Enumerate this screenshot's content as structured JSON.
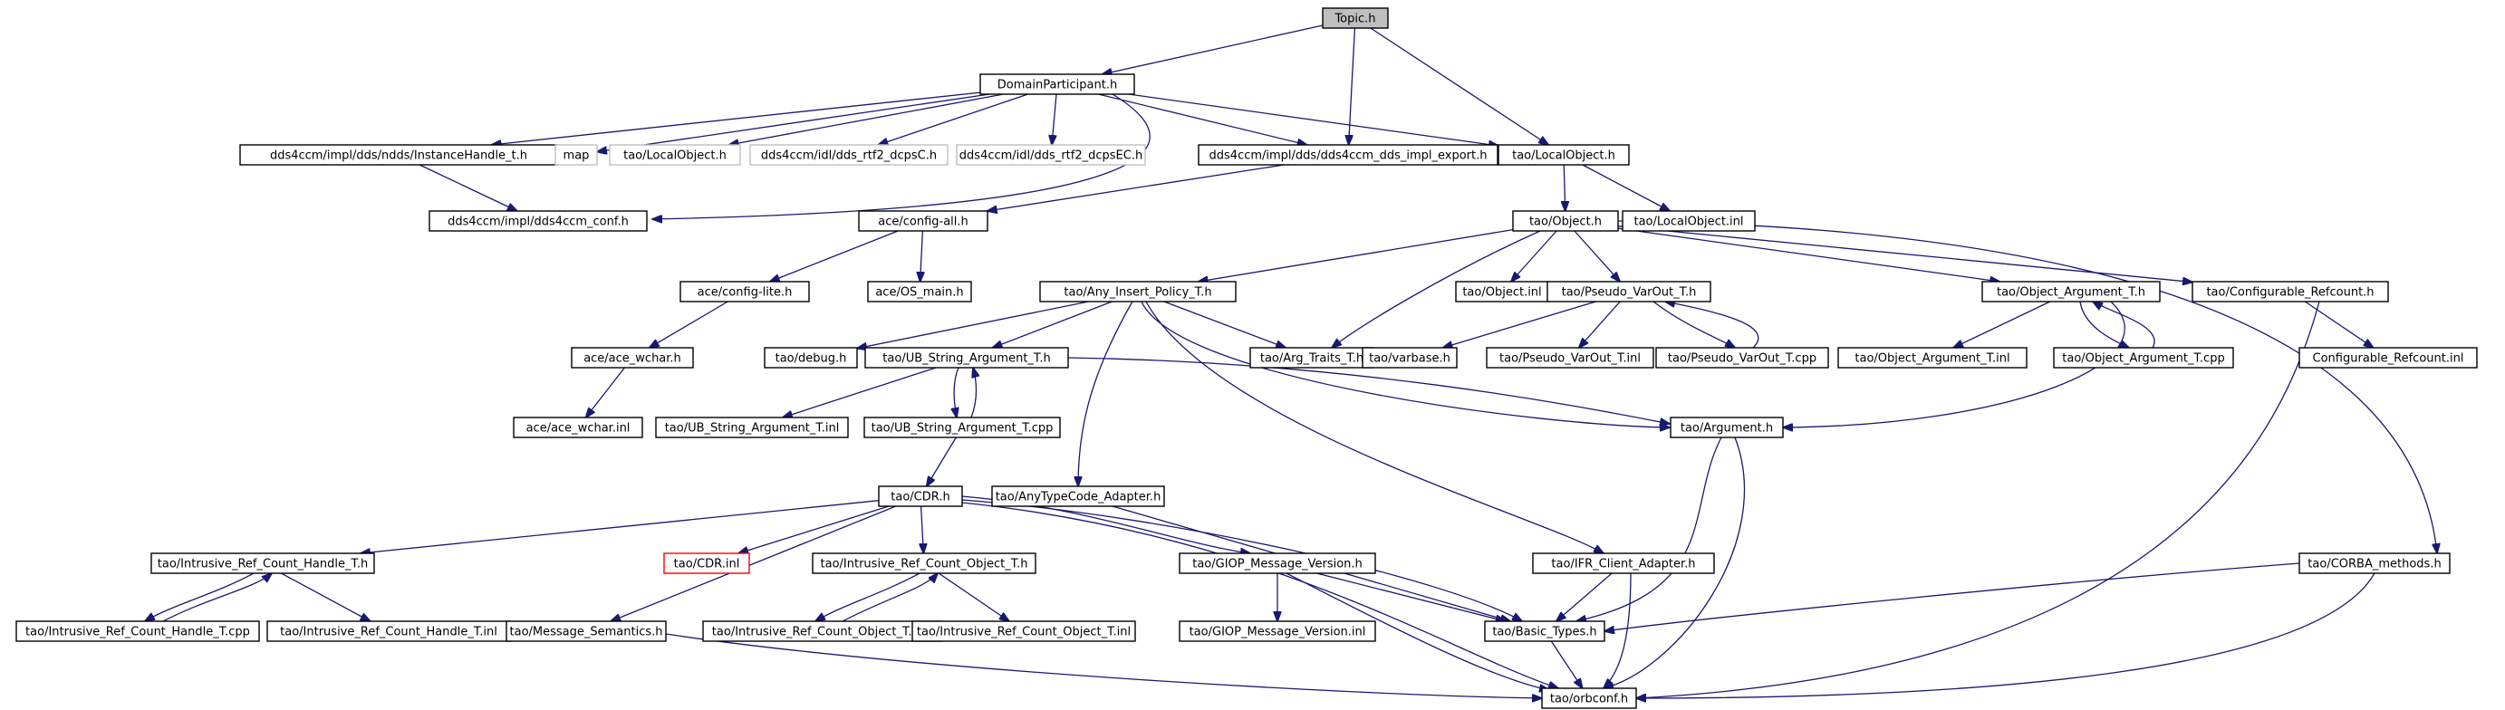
{
  "diagram": {
    "type": "include-dependency-graph",
    "colors": {
      "edge": "#191970",
      "box_border": "#000000",
      "box_fill": "#ffffff",
      "root_fill": "#bfbfbf",
      "missing_border": "#bfbfbf",
      "undocumented_border": "#ff0000"
    },
    "nodes": [
      {
        "id": "topic",
        "label": "Topic.h",
        "kind": "root"
      },
      {
        "id": "domainparticipant",
        "label": "DomainParticipant.h",
        "kind": "normal"
      },
      {
        "id": "instancehandle",
        "label": "dds4ccm/impl/dds/ndds/InstanceHandle_t.h",
        "kind": "normal"
      },
      {
        "id": "map",
        "label": "map",
        "kind": "missing"
      },
      {
        "id": "taolocalobject_missing",
        "label": "tao/LocalObject.h",
        "kind": "missing"
      },
      {
        "id": "rtf2dcpsc",
        "label": "dds4ccm/idl/dds_rtf2_dcpsC.h",
        "kind": "missing"
      },
      {
        "id": "rtf2dcpsec",
        "label": "dds4ccm/idl/dds_rtf2_dcpsEC.h",
        "kind": "missing"
      },
      {
        "id": "implexport",
        "label": "dds4ccm/impl/dds/dds4ccm_dds_impl_export.h",
        "kind": "normal"
      },
      {
        "id": "localobject",
        "label": "tao/LocalObject.h",
        "kind": "normal"
      },
      {
        "id": "dds4ccmconf",
        "label": "dds4ccm/impl/dds4ccm_conf.h",
        "kind": "normal"
      },
      {
        "id": "configall",
        "label": "ace/config-all.h",
        "kind": "normal"
      },
      {
        "id": "object",
        "label": "tao/Object.h",
        "kind": "normal"
      },
      {
        "id": "localobjectinl",
        "label": "tao/LocalObject.inl",
        "kind": "normal"
      },
      {
        "id": "configlite",
        "label": "ace/config-lite.h",
        "kind": "normal"
      },
      {
        "id": "osmain",
        "label": "ace/OS_main.h",
        "kind": "normal"
      },
      {
        "id": "anyinsert",
        "label": "tao/Any_Insert_Policy_T.h",
        "kind": "normal"
      },
      {
        "id": "objectinl",
        "label": "tao/Object.inl",
        "kind": "normal"
      },
      {
        "id": "pseudovarout",
        "label": "tao/Pseudo_VarOut_T.h",
        "kind": "normal"
      },
      {
        "id": "objectargument",
        "label": "tao/Object_Argument_T.h",
        "kind": "normal"
      },
      {
        "id": "configrefcount",
        "label": "tao/Configurable_Refcount.h",
        "kind": "normal"
      },
      {
        "id": "acewchar",
        "label": "ace/ace_wchar.h",
        "kind": "normal"
      },
      {
        "id": "debug",
        "label": "tao/debug.h",
        "kind": "normal"
      },
      {
        "id": "ubstringarg",
        "label": "tao/UB_String_Argument_T.h",
        "kind": "normal"
      },
      {
        "id": "argtraits",
        "label": "tao/Arg_Traits_T.h",
        "kind": "normal"
      },
      {
        "id": "varbase",
        "label": "tao/varbase.h",
        "kind": "normal"
      },
      {
        "id": "pseudovaroutinl",
        "label": "tao/Pseudo_VarOut_T.inl",
        "kind": "normal"
      },
      {
        "id": "pseudovaroutcpp",
        "label": "tao/Pseudo_VarOut_T.cpp",
        "kind": "normal"
      },
      {
        "id": "objectarginl",
        "label": "tao/Object_Argument_T.inl",
        "kind": "normal"
      },
      {
        "id": "objectargcpp",
        "label": "tao/Object_Argument_T.cpp",
        "kind": "normal"
      },
      {
        "id": "configrefcountinl",
        "label": "Configurable_Refcount.inl",
        "kind": "normal"
      },
      {
        "id": "acewcharinl",
        "label": "ace/ace_wchar.inl",
        "kind": "normal"
      },
      {
        "id": "ubstringarginl",
        "label": "tao/UB_String_Argument_T.inl",
        "kind": "normal"
      },
      {
        "id": "ubstringargcpp",
        "label": "tao/UB_String_Argument_T.cpp",
        "kind": "normal"
      },
      {
        "id": "argument",
        "label": "tao/Argument.h",
        "kind": "normal"
      },
      {
        "id": "cdr",
        "label": "tao/CDR.h",
        "kind": "normal"
      },
      {
        "id": "anytypecode",
        "label": "tao/AnyTypeCode_Adapter.h",
        "kind": "normal"
      },
      {
        "id": "intrusivehandle",
        "label": "tao/Intrusive_Ref_Count_Handle_T.h",
        "kind": "normal"
      },
      {
        "id": "cdrinl",
        "label": "tao/CDR.inl",
        "kind": "undocumented"
      },
      {
        "id": "intrusiveobject",
        "label": "tao/Intrusive_Ref_Count_Object_T.h",
        "kind": "normal"
      },
      {
        "id": "giopversion",
        "label": "tao/GIOP_Message_Version.h",
        "kind": "normal"
      },
      {
        "id": "ifrclient",
        "label": "tao/IFR_Client_Adapter.h",
        "kind": "normal"
      },
      {
        "id": "corbamethods",
        "label": "tao/CORBA_methods.h",
        "kind": "normal"
      },
      {
        "id": "intrusivehandlecpp",
        "label": "tao/Intrusive_Ref_Count_Handle_T.cpp",
        "kind": "normal"
      },
      {
        "id": "intrusivehandleinl",
        "label": "tao/Intrusive_Ref_Count_Handle_T.inl",
        "kind": "normal"
      },
      {
        "id": "messagesemantics",
        "label": "tao/Message_Semantics.h",
        "kind": "normal"
      },
      {
        "id": "intrusiveobjectcpp",
        "label": "tao/Intrusive_Ref_Count_Object_T.cpp",
        "kind": "normal"
      },
      {
        "id": "intrusiveobjectinl",
        "label": "tao/Intrusive_Ref_Count_Object_T.inl",
        "kind": "normal"
      },
      {
        "id": "giopversioninl",
        "label": "tao/GIOP_Message_Version.inl",
        "kind": "normal"
      },
      {
        "id": "basictypes",
        "label": "tao/Basic_Types.h",
        "kind": "normal"
      },
      {
        "id": "orbconf",
        "label": "tao/orbconf.h",
        "kind": "normal"
      }
    ],
    "edges": [
      [
        "topic",
        "domainparticipant"
      ],
      [
        "topic",
        "implexport"
      ],
      [
        "topic",
        "localobject"
      ],
      [
        "domainparticipant",
        "instancehandle"
      ],
      [
        "domainparticipant",
        "map"
      ],
      [
        "domainparticipant",
        "taolocalobject_missing"
      ],
      [
        "domainparticipant",
        "rtf2dcpsc"
      ],
      [
        "domainparticipant",
        "rtf2dcpsec"
      ],
      [
        "domainparticipant",
        "implexport"
      ],
      [
        "domainparticipant",
        "localobject"
      ],
      [
        "domainparticipant",
        "dds4ccmconf"
      ],
      [
        "instancehandle",
        "dds4ccmconf"
      ],
      [
        "implexport",
        "configall"
      ],
      [
        "localobject",
        "object"
      ],
      [
        "localobject",
        "localobjectinl"
      ],
      [
        "configall",
        "configlite"
      ],
      [
        "configall",
        "osmain"
      ],
      [
        "configlite",
        "acewchar"
      ],
      [
        "acewchar",
        "acewcharinl"
      ],
      [
        "object",
        "anyinsert"
      ],
      [
        "object",
        "objectinl"
      ],
      [
        "object",
        "pseudovarout"
      ],
      [
        "object",
        "objectargument"
      ],
      [
        "object",
        "configrefcount"
      ],
      [
        "object",
        "argtraits"
      ],
      [
        "object",
        "corbamethods"
      ],
      [
        "anyinsert",
        "debug"
      ],
      [
        "anyinsert",
        "ubstringarg"
      ],
      [
        "anyinsert",
        "argtraits"
      ],
      [
        "anyinsert",
        "argument"
      ],
      [
        "anyinsert",
        "anytypecode"
      ],
      [
        "anyinsert",
        "ifrclient"
      ],
      [
        "pseudovarout",
        "varbase"
      ],
      [
        "pseudovarout",
        "pseudovaroutinl"
      ],
      [
        "pseudovarout",
        "pseudovaroutcpp"
      ],
      [
        "pseudovaroutcpp",
        "pseudovarout"
      ],
      [
        "objectargument",
        "objectarginl"
      ],
      [
        "objectargument",
        "objectargcpp"
      ],
      [
        "objectargument",
        "argument"
      ],
      [
        "objectargcpp",
        "objectargument"
      ],
      [
        "configrefcount",
        "configrefcountinl"
      ],
      [
        "configrefcount",
        "orbconf"
      ],
      [
        "ubstringarg",
        "ubstringarginl"
      ],
      [
        "ubstringarg",
        "ubstringargcpp"
      ],
      [
        "ubstringarg",
        "argument"
      ],
      [
        "ubstringargcpp",
        "ubstringarg"
      ],
      [
        "ubstringargcpp",
        "cdr"
      ],
      [
        "argument",
        "basictypes"
      ],
      [
        "argument",
        "orbconf"
      ],
      [
        "cdr",
        "intrusivehandle"
      ],
      [
        "cdr",
        "cdrinl"
      ],
      [
        "cdr",
        "intrusiveobject"
      ],
      [
        "cdr",
        "giopversion"
      ],
      [
        "cdr",
        "messagesemantics"
      ],
      [
        "cdr",
        "basictypes"
      ],
      [
        "cdr",
        "orbconf"
      ],
      [
        "anytypecode",
        "basictypes"
      ],
      [
        "intrusivehandle",
        "intrusivehandlecpp"
      ],
      [
        "intrusivehandle",
        "intrusivehandleinl"
      ],
      [
        "intrusivehandlecpp",
        "intrusivehandle"
      ],
      [
        "intrusiveobject",
        "intrusiveobjectcpp"
      ],
      [
        "intrusiveobject",
        "intrusiveobjectinl"
      ],
      [
        "intrusiveobjectcpp",
        "intrusiveobject"
      ],
      [
        "giopversion",
        "giopversioninl"
      ],
      [
        "giopversion",
        "basictypes"
      ],
      [
        "giopversion",
        "orbconf"
      ],
      [
        "ifrclient",
        "basictypes"
      ],
      [
        "ifrclient",
        "orbconf"
      ],
      [
        "corbamethods",
        "basictypes"
      ],
      [
        "corbamethods",
        "orbconf"
      ],
      [
        "messagesemantics",
        "orbconf"
      ],
      [
        "basictypes",
        "orbconf"
      ]
    ]
  }
}
